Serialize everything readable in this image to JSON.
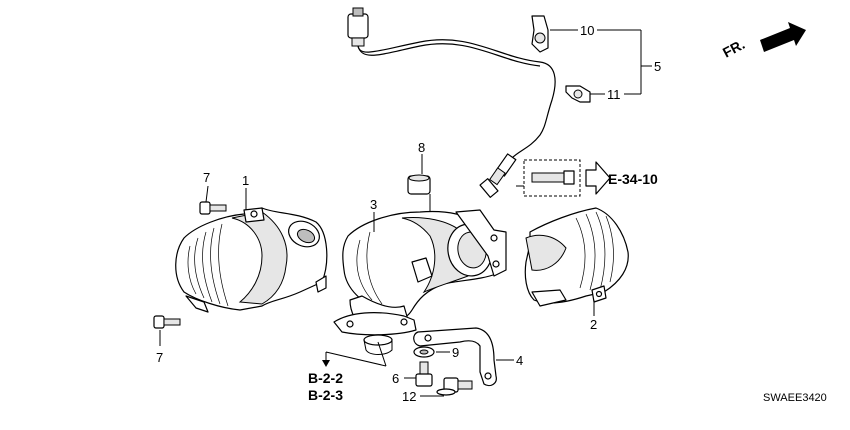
{
  "diagram": {
    "callouts": {
      "c1": "1",
      "c2": "2",
      "c3": "3",
      "c4": "4",
      "c5": "5",
      "c6": "6",
      "c7a": "7",
      "c7b": "7",
      "c8": "8",
      "c9": "9",
      "c10": "10",
      "c11": "11",
      "c12": "12"
    },
    "references": {
      "e_ref": "E-34-10",
      "b_ref_1": "B-2-2",
      "b_ref_2": "B-2-3"
    },
    "direction_label": "FR.",
    "drawing_code": "SWAEE3420"
  }
}
